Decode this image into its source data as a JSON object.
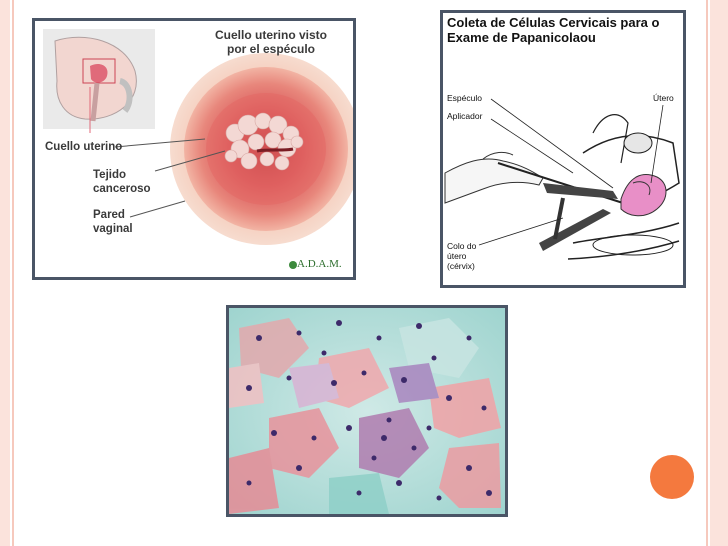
{
  "figure1": {
    "title_line1": "Cuello uterino visto",
    "title_line2": "por el espéculo",
    "label_cervix": "Cuello uterino",
    "label_tissue_line1": "Tejido",
    "label_tissue_line2": "canceroso",
    "label_wall_line1": "Pared",
    "label_wall_line2": "vaginal",
    "logo": "A.D.A.M."
  },
  "figure2": {
    "title_line1": "Coleta de Células Cervicais para o",
    "title_line2": "Exame de Papanicolaou",
    "label_speculum": "Espéculo",
    "label_applicator": "Aplicador",
    "label_uterus": "Útero",
    "label_cervix_line1": "Colo do",
    "label_cervix_line2": "útero",
    "label_cervix_line3": "(cérvix)"
  },
  "colors": {
    "accent_orange": "#f4793e",
    "frame_border": "#4a5566",
    "stripe": "#fbe3dc"
  }
}
